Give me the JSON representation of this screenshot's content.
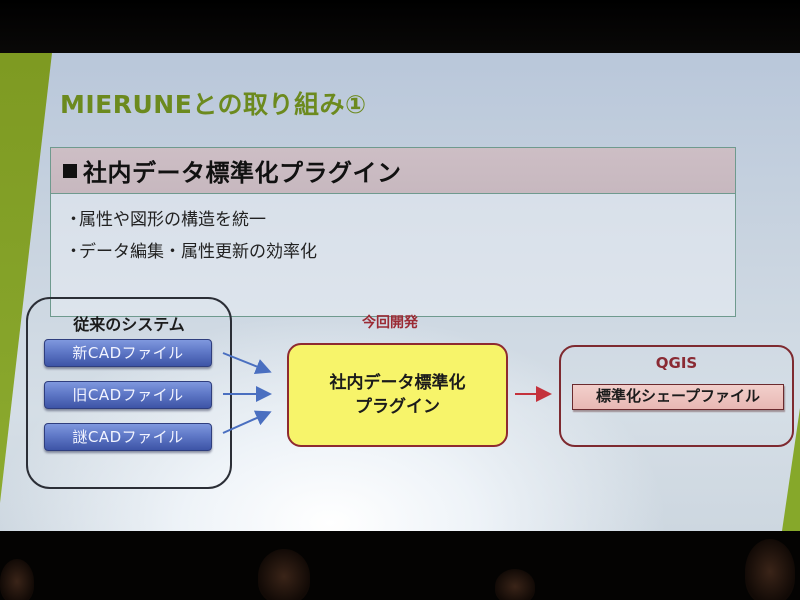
{
  "slide": {
    "title": "MIERUNEとの取り組み①",
    "heading": {
      "marker": "■",
      "text": "社内データ標準化プラグイン"
    },
    "bullets": [
      {
        "dot": "・",
        "text": "属性や図形の構造を統一"
      },
      {
        "dot": "・",
        "text": "データ編集・属性更新の効率化"
      }
    ],
    "diagram": {
      "legacy_system": {
        "title": "従来のシステム",
        "files": [
          {
            "label": "新CADファイル"
          },
          {
            "label": "旧CADファイル"
          },
          {
            "label": "謎CADファイル"
          }
        ]
      },
      "development_label": "今回開発",
      "plugin": {
        "line1": "社内データ標準化",
        "line2": "プラグイン"
      },
      "qgis": {
        "title": "QGIS",
        "output": "標準化シェープファイル"
      }
    },
    "colors": {
      "title_green": "#6c8a1e",
      "accent_green": "#86a42a",
      "file_button_blue": "#5f78c7",
      "plugin_yellow": "#f7f46a",
      "border_red": "#8e2a30",
      "shape_file_pink": "#f2cfcb",
      "arrow_blue": "#4a6fc0",
      "arrow_red": "#c4323c"
    }
  }
}
